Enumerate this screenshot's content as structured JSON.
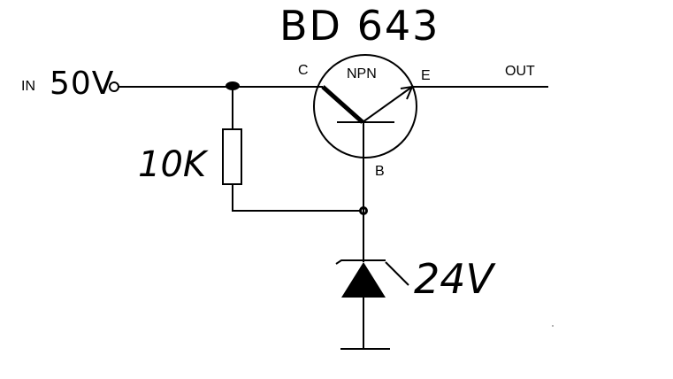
{
  "labels": {
    "in": "IN",
    "in_voltage": "50V",
    "part_number": "BD 643",
    "transistor_type": "NPN",
    "collector": "C",
    "emitter": "E",
    "base": "B",
    "out": "OUT",
    "resistor": "10K",
    "zener": "24V"
  }
}
